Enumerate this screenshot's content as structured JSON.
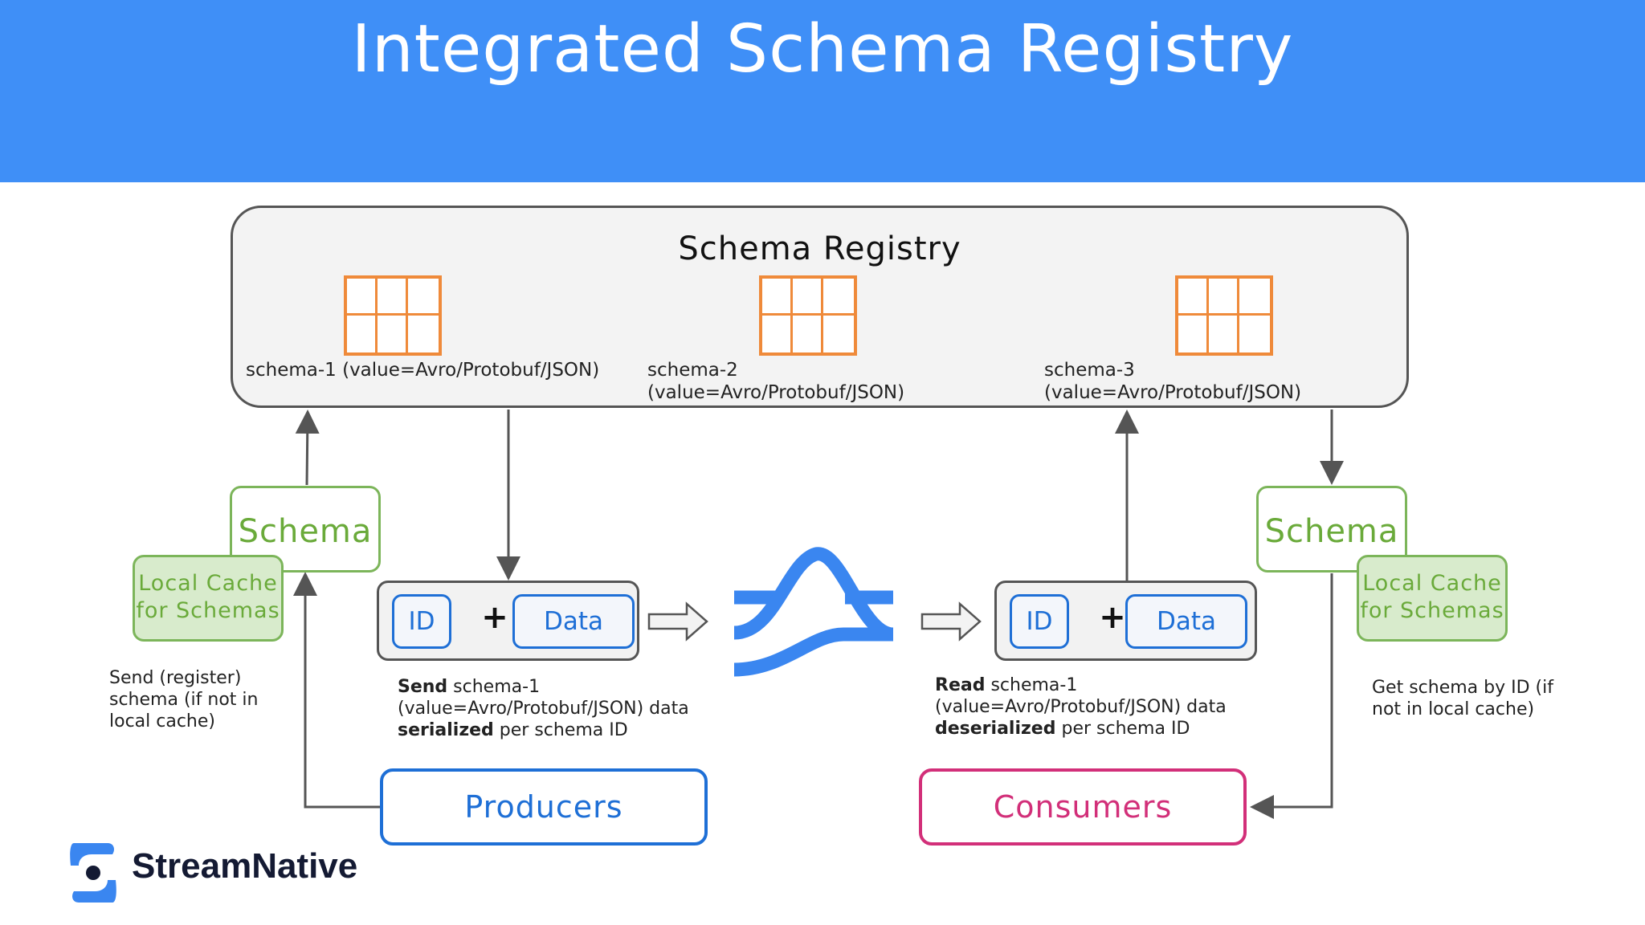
{
  "title": "Integrated Schema Registry",
  "registry": {
    "title": "Schema Registry",
    "schemas": [
      {
        "line1": "schema-1 (value=Avro/Protobuf/JSON)",
        "line2": ""
      },
      {
        "line1": "schema-2",
        "line2": "(value=Avro/Protobuf/JSON)"
      },
      {
        "line1": "schema-3",
        "line2": "(value=Avro/Protobuf/JSON)"
      }
    ]
  },
  "producer_side": {
    "schema_label": "Schema",
    "cache_line1": "Local Cache",
    "cache_line2": "for Schemas",
    "note_line1": "Send (register)",
    "note_line2": "schema (if not in",
    "note_line3": "local cache)"
  },
  "consumer_side": {
    "schema_label": "Schema",
    "cache_line1": "Local Cache",
    "cache_line2": "for Schemas",
    "note_line1": "Get schema by ID (if",
    "note_line2": "not in local cache)"
  },
  "send_message": {
    "id_label": "ID",
    "plus": "+",
    "data_label": "Data",
    "caption_l1_bold": "Send",
    "caption_l1_rest": " schema-1",
    "caption_l2": "(value=Avro/Protobuf/JSON) data",
    "caption_l3_bold": "serialized",
    "caption_l3_rest": " per schema ID"
  },
  "read_message": {
    "id_label": "ID",
    "plus": "+",
    "data_label": "Data",
    "caption_l1_bold": "Read",
    "caption_l1_rest": " schema-1",
    "caption_l2": "(value=Avro/Protobuf/JSON) data",
    "caption_l3_bold": "deserialized",
    "caption_l3_rest": " per schema ID"
  },
  "actors": {
    "producers": "Producers",
    "consumers": "Consumers"
  },
  "brand": {
    "name": "StreamNative"
  },
  "colors": {
    "header": "#3f8ff7",
    "grid_orange": "#ef8a3a",
    "cache_green": "#7cb55a",
    "id_blue": "#1e6fd6",
    "consumer_pink": "#d22f79",
    "pulsar_blue": "#3a86f0"
  },
  "icons": {
    "registry_schema": "table-grid-icon",
    "broker": "pulsar-logo-icon",
    "brand": "streamnative-logo-icon"
  }
}
